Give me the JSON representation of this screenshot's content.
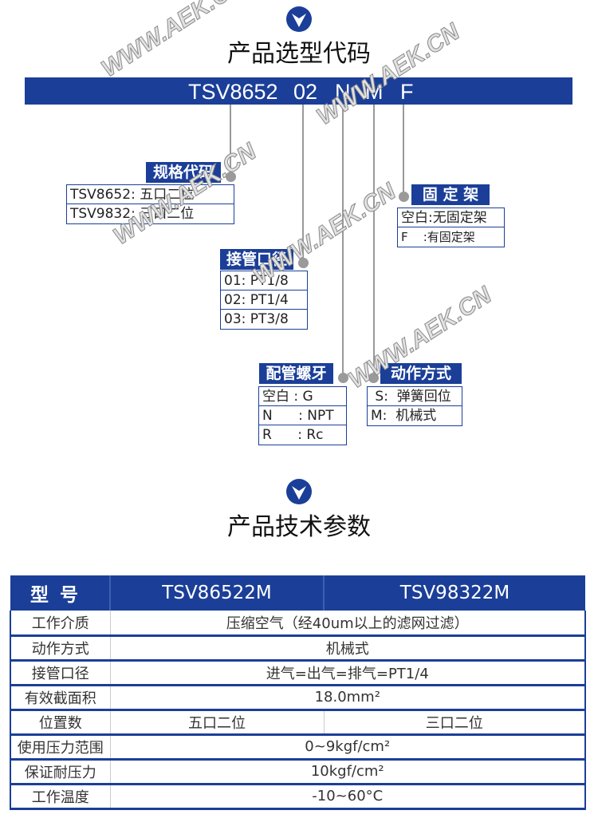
{
  "colors": {
    "brand": "#1b3f98",
    "connector": "#999999"
  },
  "watermark": "WWW.AEK.CN",
  "selection": {
    "icon": "chevron-down-circle-icon",
    "title": "产品选型代码",
    "code_parts": [
      "TSV8652",
      "02",
      "N",
      "M",
      "F"
    ],
    "groups": {
      "spec": {
        "label": "规格代码",
        "items": [
          "TSV8652: 五口二位",
          "TSV9832: 三口二位"
        ]
      },
      "bracket": {
        "label": "固 定 架",
        "items": [
          "空白:无固定架",
          "F    :有固定架"
        ]
      },
      "port": {
        "label": "接管口径",
        "items": [
          "01: PT1/8",
          "02: PT1/4",
          "03: PT3/8"
        ]
      },
      "thread": {
        "label": "配管螺牙",
        "items": [
          "空白 : G",
          "N      : NPT",
          "R      : Rc"
        ]
      },
      "action": {
        "label": "动作方式",
        "items": [
          " S:  弹簧回位",
          "M:  机械式"
        ]
      }
    }
  },
  "specs": {
    "icon": "chevron-down-circle-icon",
    "title": "产品技术参数",
    "header": [
      "型号",
      "TSV86522M",
      "TSV98322M"
    ],
    "rows": [
      {
        "label": "工作介质",
        "value": "压缩空气（经40um以上的滤网过滤）"
      },
      {
        "label": "动作方式",
        "value": "机械式"
      },
      {
        "label": "接管口径",
        "value": "进气=出气=排气=PT1/4"
      },
      {
        "label": "有效截面积",
        "value": "18.0mm²"
      },
      {
        "label": "位置数",
        "values": [
          "五口二位",
          "三口二位"
        ]
      },
      {
        "label": "使用压力范围",
        "value": "0~9kgf/cm²"
      },
      {
        "label": "保证耐压力",
        "value": "10kgf/cm²"
      },
      {
        "label": "工作温度",
        "value": "-10~60°C"
      }
    ]
  }
}
